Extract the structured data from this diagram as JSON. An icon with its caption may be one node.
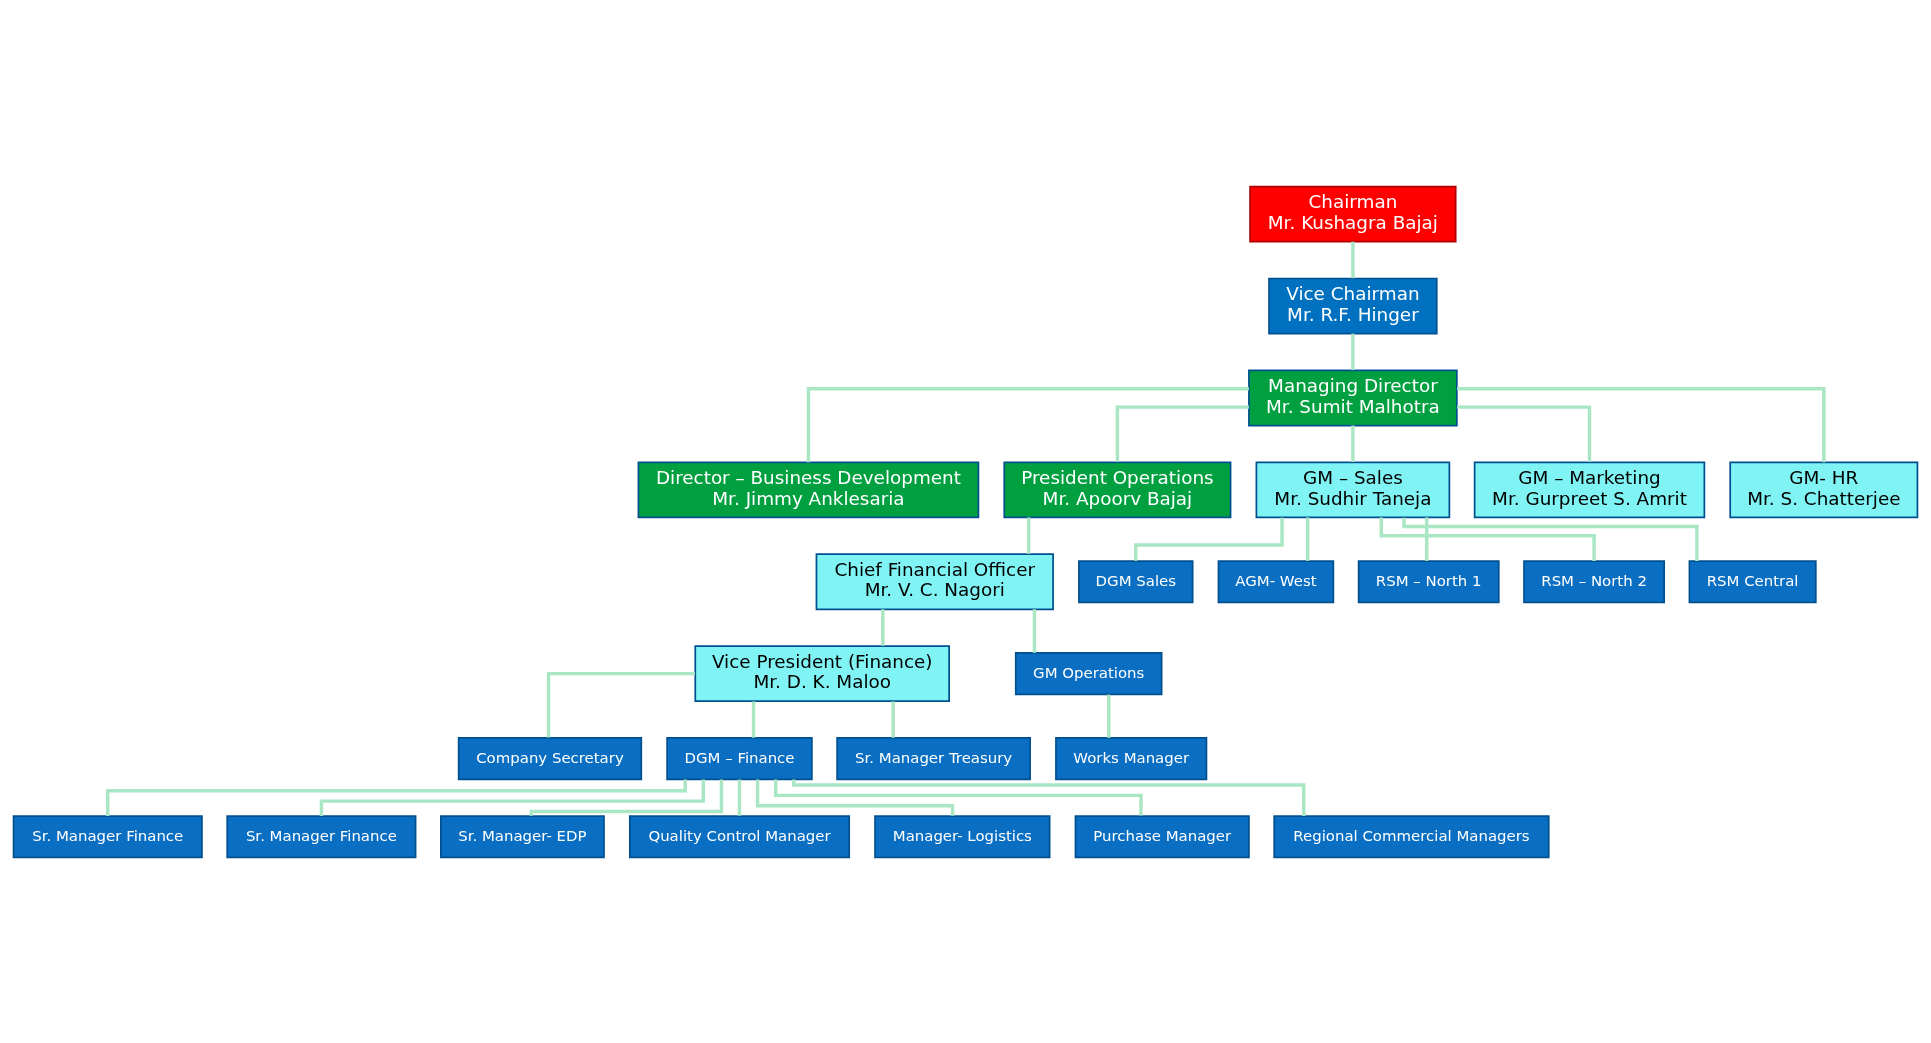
{
  "diagram": {
    "nodes": [
      {
        "text": [
          "Chairman",
          "Mr. Kushagra Bajaj"
        ]
      },
      {
        "text": [
          "Vice Chairman",
          "Mr. R.F. Hinger"
        ]
      },
      {
        "text": [
          "Managing Director",
          "Mr. Sumit Malhotra"
        ]
      },
      {
        "text": [
          "Director – Business Development",
          "Mr. Jimmy Anklesaria"
        ]
      },
      {
        "text": [
          "President Operations",
          "Mr. Apoorv Bajaj"
        ]
      },
      {
        "text": [
          "Chief Financial Officer",
          "Mr. V. C. Nagori"
        ]
      },
      {
        "text": [
          "GM – Sales",
          "Mr. Sudhir Taneja"
        ]
      },
      {
        "text": [
          "GM – Marketing",
          "Mr. Gurpreet S. Amrit"
        ]
      },
      {
        "text": [
          "GM- HR",
          "Mr. S. Chatterjee"
        ]
      },
      {
        "text": [
          "Vice President (Finance)",
          "Mr. D. K. Maloo"
        ]
      },
      {
        "text": [
          "GM Operations"
        ]
      },
      {
        "text": [
          "Company Secretary"
        ]
      },
      {
        "text": [
          "DGM – Finance"
        ]
      },
      {
        "text": [
          "Sr. Manager Treasury"
        ]
      },
      {
        "text": [
          "Sr. Manager Finance"
        ]
      },
      {
        "text": [
          "Sr. Manager Finance"
        ]
      },
      {
        "text": [
          "Sr. Manager- EDP"
        ]
      },
      {
        "text": [
          "Quality Control Manager"
        ]
      },
      {
        "text": [
          "Manager- Logistics"
        ]
      },
      {
        "text": [
          "Purchase Manager"
        ]
      },
      {
        "text": [
          "Regional Commercial Managers"
        ]
      },
      {
        "text": [
          "Works Manager"
        ]
      },
      {
        "text": [
          "DGM Sales"
        ]
      },
      {
        "text": [
          "AGM- West"
        ]
      },
      {
        "text": [
          "RSM – North 1"
        ]
      },
      {
        "text": [
          "RSM – North 2"
        ]
      },
      {
        "text": [
          "RSM Central"
        ]
      }
    ],
    "edges": [
      {
        "from": 0,
        "to": 1,
        "arrow": "none"
      },
      {
        "from": 1,
        "to": 2,
        "arrow": "none"
      },
      {
        "from": 2,
        "to": 3,
        "arrow": "none"
      },
      {
        "from": 2,
        "to": 4,
        "arrow": "none"
      },
      {
        "from": 2,
        "to": 6,
        "arrow": "none"
      },
      {
        "from": 2,
        "to": 7,
        "arrow": "none"
      },
      {
        "from": 2,
        "to": 8,
        "arrow": "none"
      },
      {
        "from": 4,
        "to": 5,
        "arrow": "none"
      },
      {
        "from": 5,
        "to": 9,
        "arrow": "none"
      },
      {
        "from": 5,
        "to": 10,
        "arrow": "none"
      },
      {
        "from": 9,
        "to": 11,
        "arrow": "none"
      },
      {
        "from": 9,
        "to": 12,
        "arrow": "none"
      },
      {
        "from": 9,
        "to": 13,
        "arrow": "none"
      },
      {
        "from": 12,
        "to": 14,
        "arrow": "none"
      },
      {
        "from": 12,
        "to": 15,
        "arrow": "none"
      },
      {
        "from": 12,
        "to": 16,
        "arrow": "none"
      },
      {
        "from": 12,
        "to": 17,
        "arrow": "none"
      },
      {
        "from": 12,
        "to": 18,
        "arrow": "none"
      },
      {
        "from": 12,
        "to": 19,
        "arrow": "none"
      },
      {
        "from": 12,
        "to": 20,
        "arrow": "none"
      },
      {
        "from": 10,
        "to": 21,
        "arrow": "none"
      },
      {
        "from": 6,
        "to": 22,
        "arrow": "none"
      },
      {
        "from": 6,
        "to": 23,
        "arrow": "none"
      },
      {
        "from": 6,
        "to": 24,
        "arrow": "none"
      },
      {
        "from": 6,
        "to": 25,
        "arrow": "none"
      },
      {
        "from": 6,
        "to": 26,
        "arrow": "none"
      }
    ]
  }
}
